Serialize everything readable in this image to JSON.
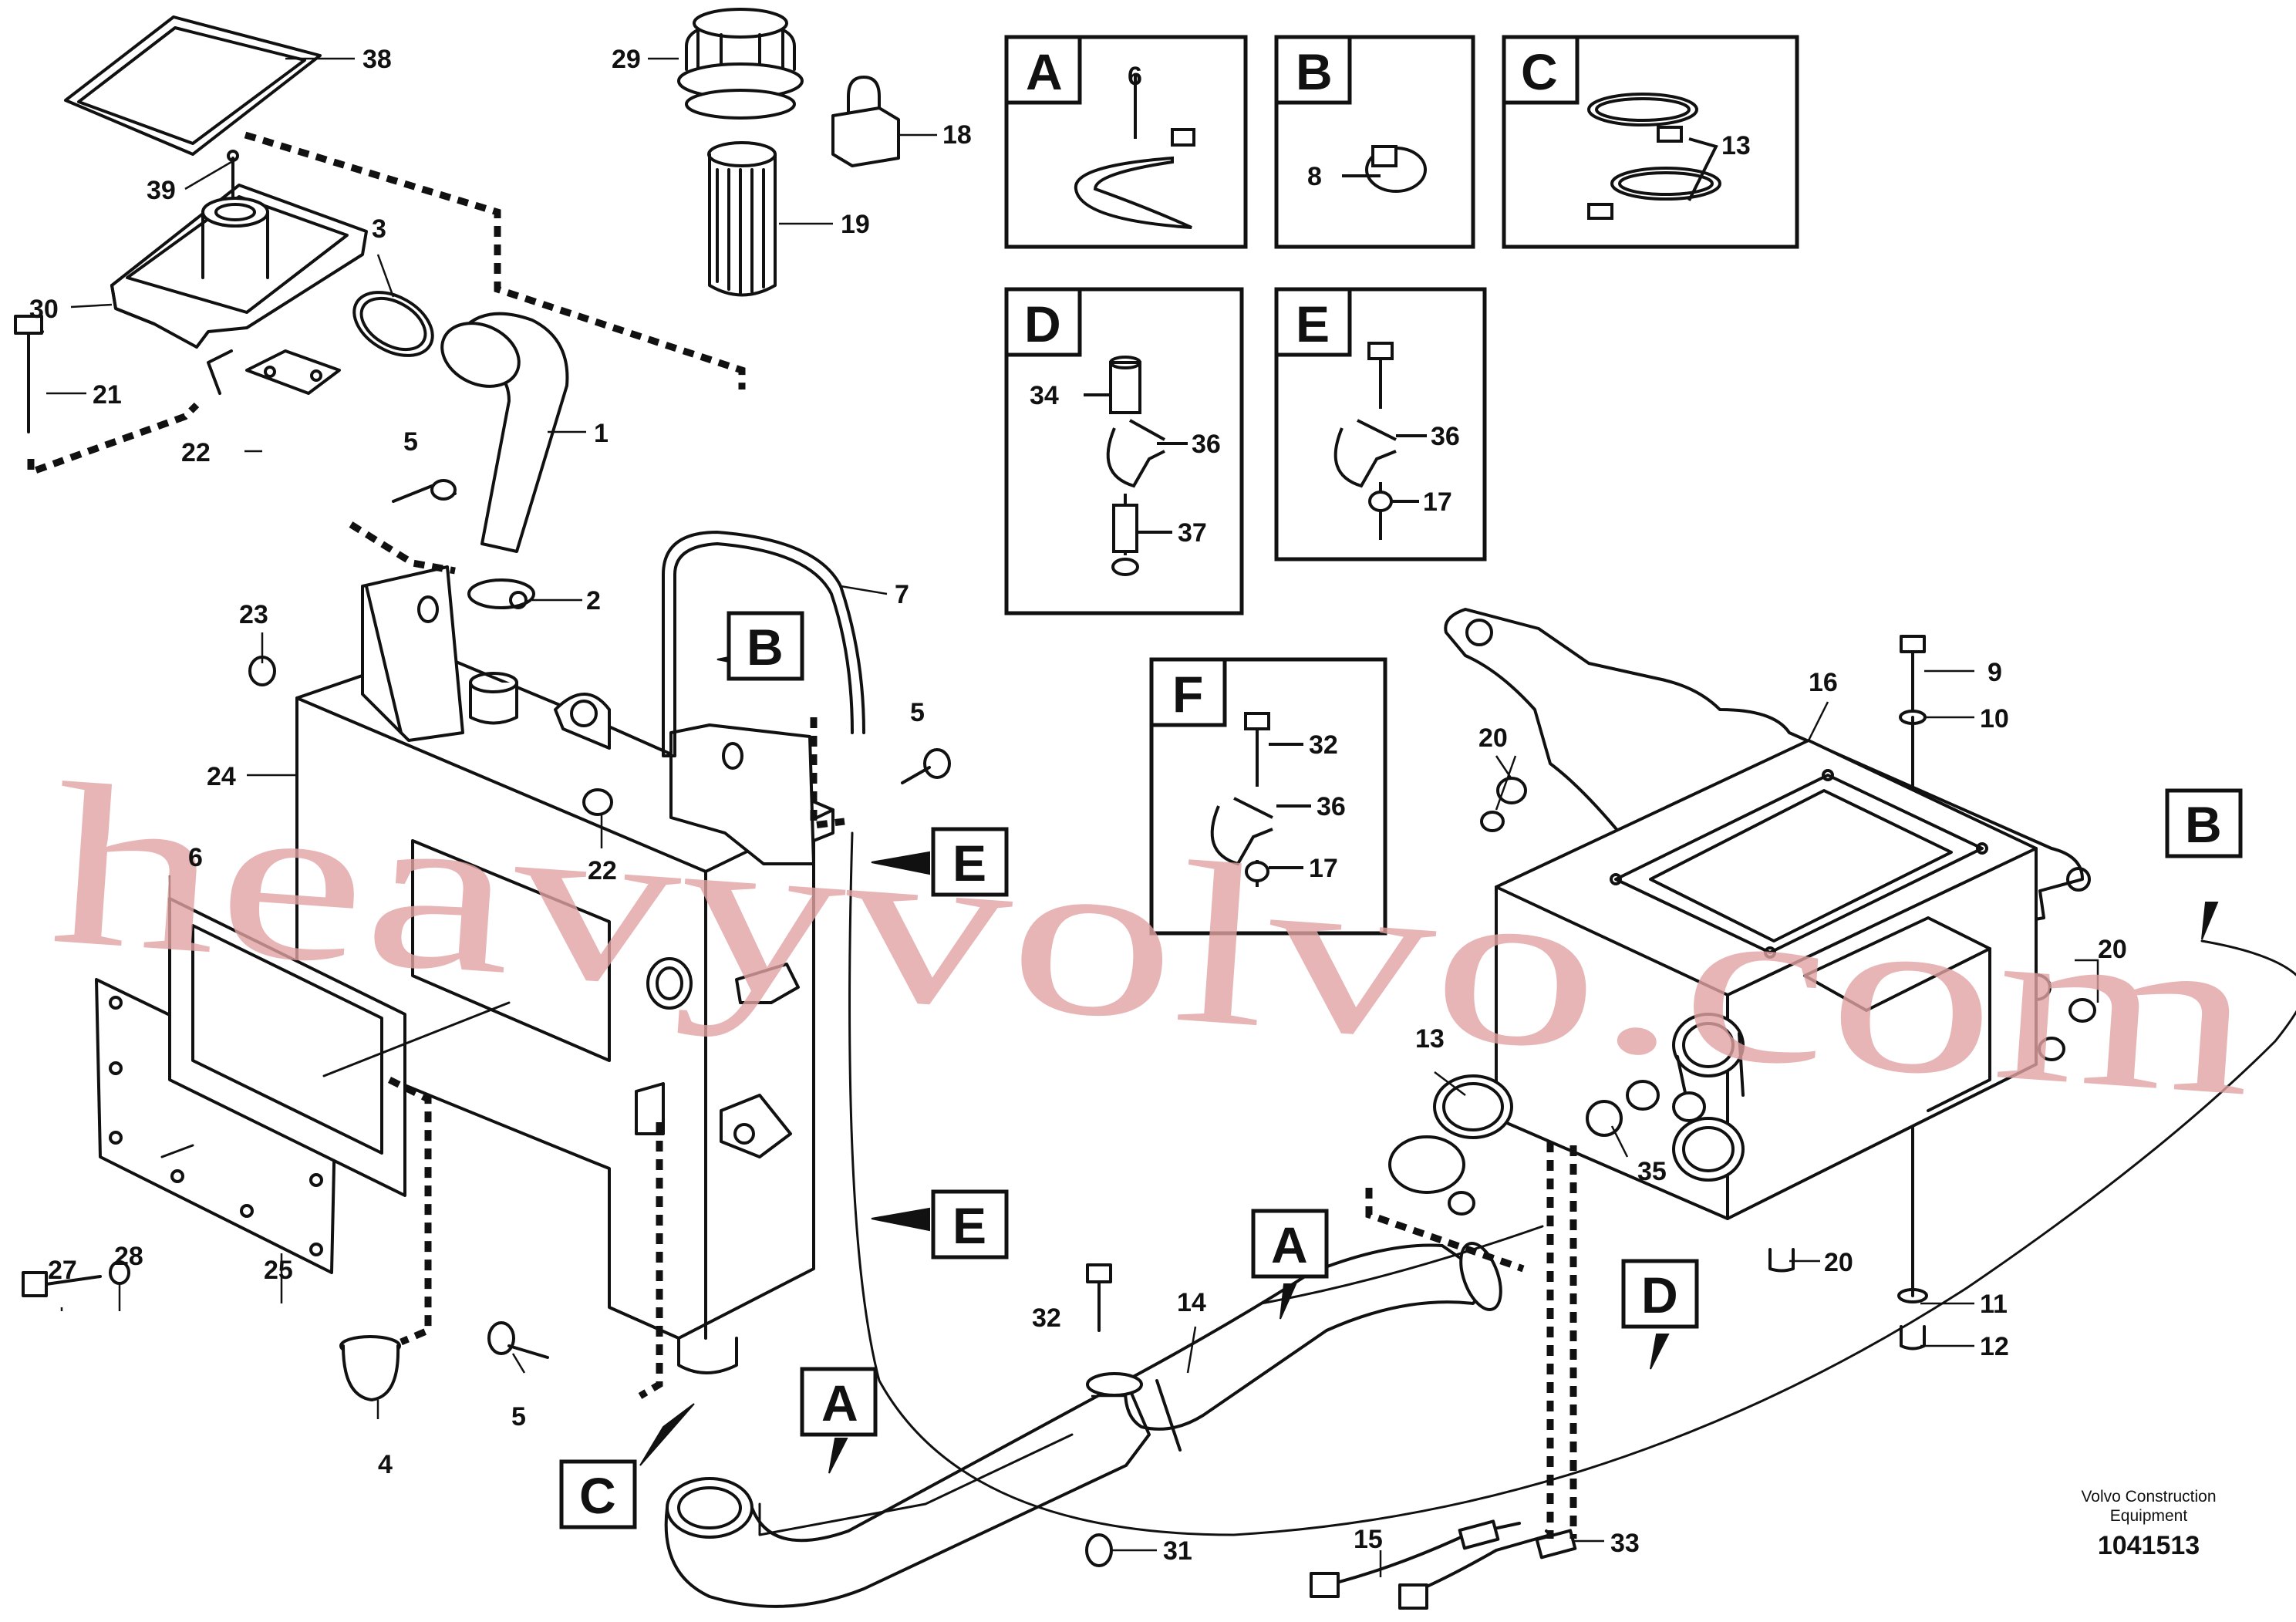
{
  "watermark": "heavyvolvo.com",
  "credit": {
    "line1": "Volvo Construction",
    "line2": "Equipment",
    "drawing_number": "1041513"
  },
  "detail_boxes": [
    {
      "letter": "A",
      "parts": [
        "6"
      ]
    },
    {
      "letter": "B",
      "parts": [
        "8"
      ]
    },
    {
      "letter": "C",
      "parts": [
        "13"
      ]
    },
    {
      "letter": "D",
      "parts": [
        "34",
        "36",
        "37"
      ]
    },
    {
      "letter": "E",
      "parts": [
        "36",
        "17"
      ]
    },
    {
      "letter": "F",
      "parts": [
        "32",
        "36",
        "17"
      ]
    }
  ],
  "connector_letters": [
    "B",
    "E",
    "E",
    "A",
    "A",
    "D",
    "C",
    "B"
  ],
  "part_labels": [
    "38",
    "29",
    "18",
    "39",
    "3",
    "19",
    "30",
    "21",
    "1",
    "22",
    "5",
    "2",
    "23",
    "7",
    "5",
    "24",
    "22",
    "6",
    "9",
    "10",
    "16",
    "20",
    "20",
    "13",
    "35",
    "27",
    "28",
    "25",
    "20",
    "32",
    "14",
    "11",
    "12",
    "5",
    "4",
    "31",
    "15",
    "33"
  ]
}
